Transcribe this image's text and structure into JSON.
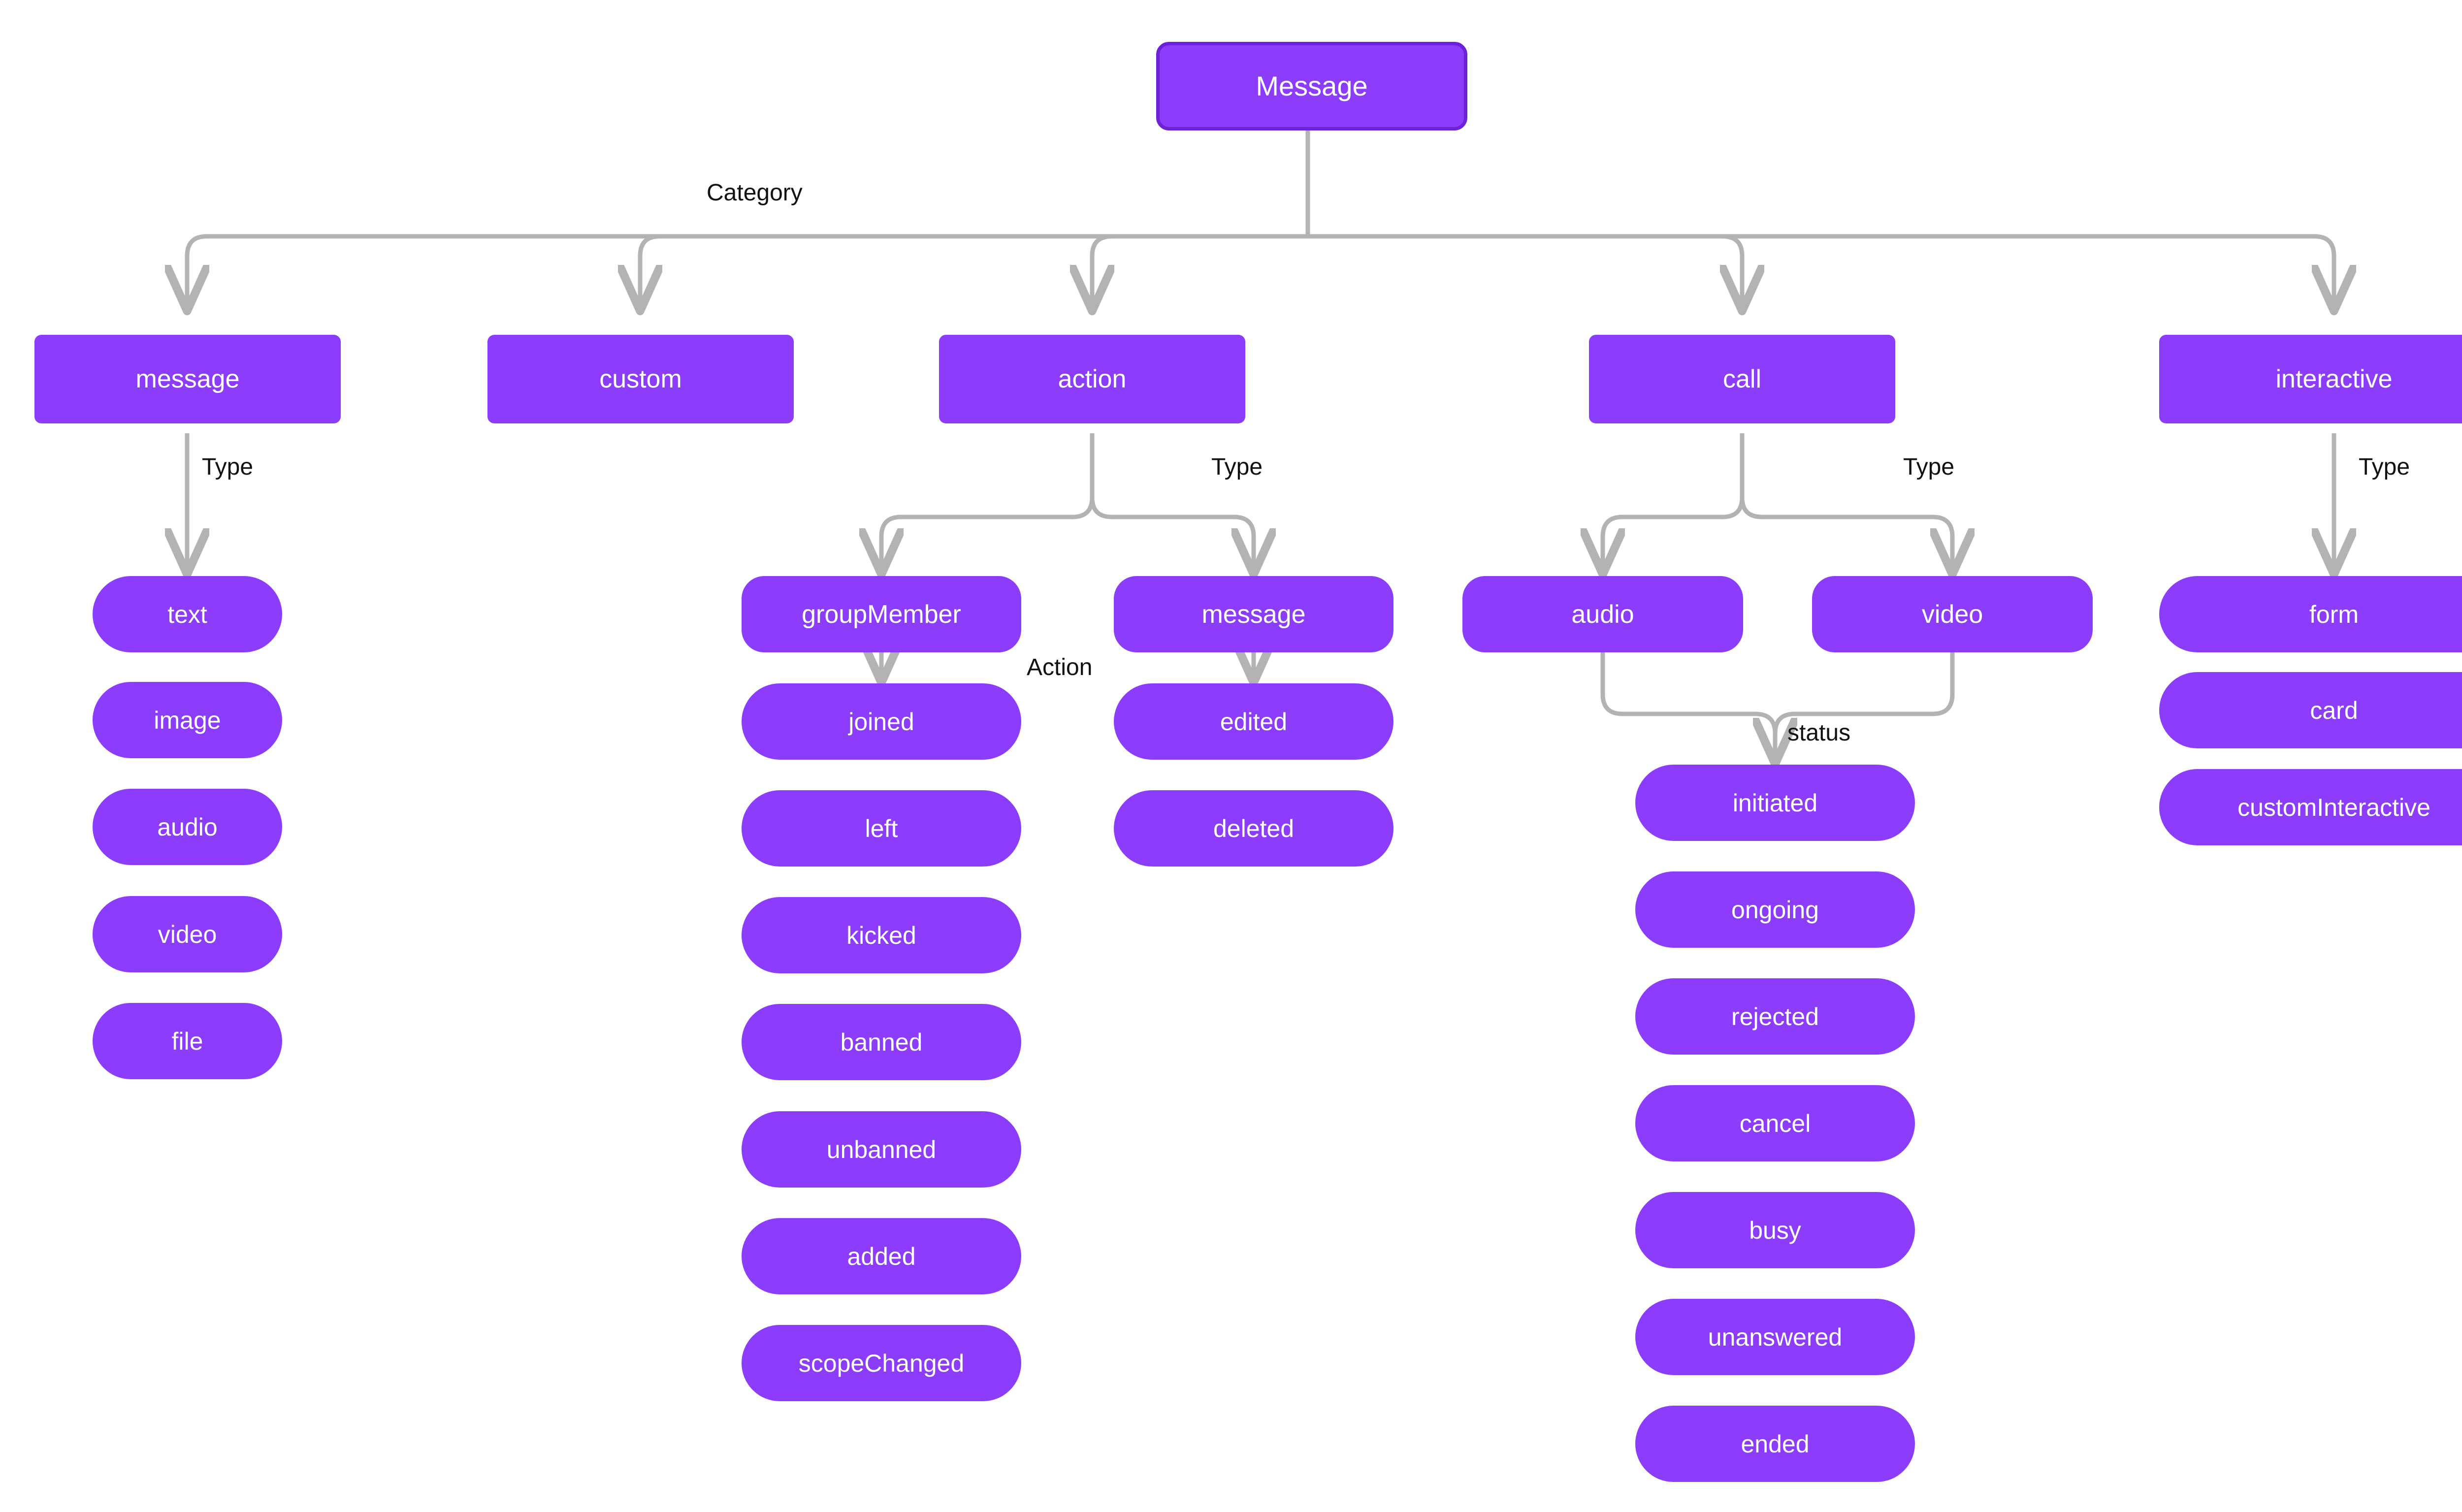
{
  "diagram": {
    "title": "Message",
    "colors": {
      "node_fill": "#8b3dfb",
      "root_border": "#6c22d6",
      "edge_stroke": "#b3b3b3",
      "node_text": "#ffffff",
      "label_text": "#111111",
      "background": "#ffffff"
    },
    "root": {
      "label": "Message"
    },
    "edge_labels": {
      "category": "Category",
      "type_message": "Type",
      "type_action": "Type",
      "type_call": "Type",
      "type_interactive": "Type",
      "action_groupmember": "Action",
      "status_call": "status"
    },
    "categories": [
      {
        "label": "message"
      },
      {
        "label": "custom"
      },
      {
        "label": "action"
      },
      {
        "label": "call"
      },
      {
        "label": "interactive"
      }
    ],
    "message_types": [
      {
        "label": "text"
      },
      {
        "label": "image"
      },
      {
        "label": "audio"
      },
      {
        "label": "video"
      },
      {
        "label": "file"
      }
    ],
    "action_types": [
      {
        "label": "groupMember"
      },
      {
        "label": "message"
      }
    ],
    "groupmember_actions": [
      {
        "label": "joined"
      },
      {
        "label": "left"
      },
      {
        "label": "kicked"
      },
      {
        "label": "banned"
      },
      {
        "label": "unbanned"
      },
      {
        "label": "added"
      },
      {
        "label": "scopeChanged"
      }
    ],
    "message_actions": [
      {
        "label": "edited"
      },
      {
        "label": "deleted"
      }
    ],
    "call_types": [
      {
        "label": "audio"
      },
      {
        "label": "video"
      }
    ],
    "call_statuses": [
      {
        "label": "initiated"
      },
      {
        "label": "ongoing"
      },
      {
        "label": "rejected"
      },
      {
        "label": "cancel"
      },
      {
        "label": "busy"
      },
      {
        "label": "unanswered"
      },
      {
        "label": "ended"
      }
    ],
    "interactive_types": [
      {
        "label": "form"
      },
      {
        "label": "card"
      },
      {
        "label": "customInteractive"
      }
    ]
  }
}
